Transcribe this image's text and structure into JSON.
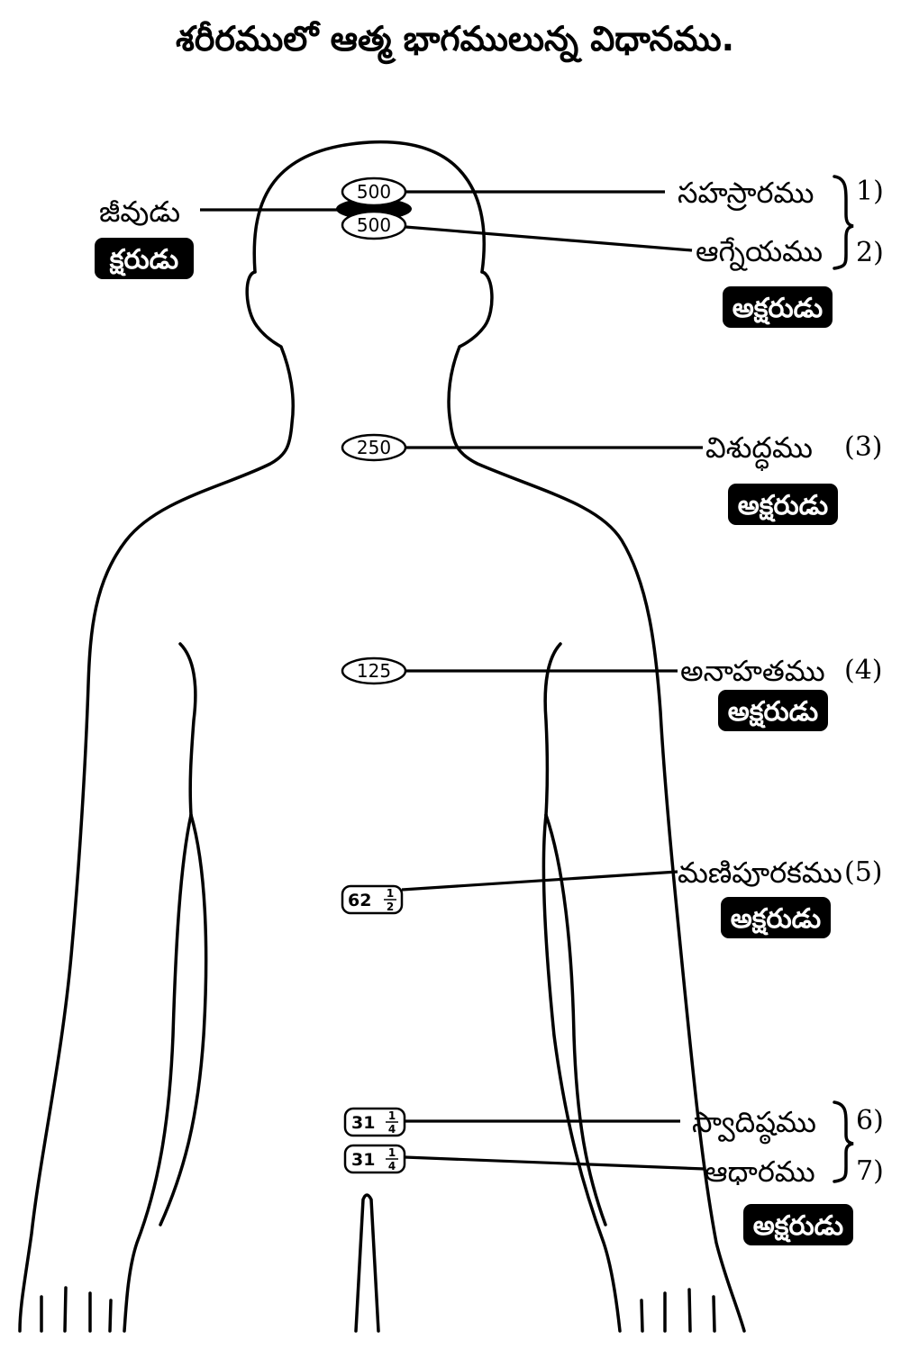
{
  "title": "శరీరములో ఆత్మ భాగములున్న విధానము.",
  "colors": {
    "ink": "#000000",
    "paper": "#ffffff"
  },
  "left": {
    "name": "జీవుడు",
    "badge": "క్షరుడు"
  },
  "chakras": [
    {
      "value": "500",
      "name": "సహస్రారము",
      "number": "1)"
    },
    {
      "value": "500",
      "name": "ఆగ్నేయము",
      "number": "2)"
    },
    {
      "value": "250",
      "name": "విశుద్ధము",
      "number": "(3)"
    },
    {
      "value": "125",
      "name": "అనాహతము",
      "number": "(4)"
    },
    {
      "value_whole": "62",
      "value_num": "1",
      "value_den": "2",
      "name": "మణిపూరకము",
      "number": "(5)"
    },
    {
      "value_whole": "31",
      "value_num": "1",
      "value_den": "4",
      "name": "స్వాదిష్ఠము",
      "number": "6)"
    },
    {
      "value_whole": "31",
      "value_num": "1",
      "value_den": "4",
      "name": "ఆధారము",
      "number": "7)"
    }
  ],
  "badges": [
    {
      "text": "అక్షరుడు"
    },
    {
      "text": "అక్షరుడు"
    },
    {
      "text": "అక్షరుడు"
    },
    {
      "text": "అక్షరుడు"
    },
    {
      "text": "అక్షరుడు"
    }
  ]
}
